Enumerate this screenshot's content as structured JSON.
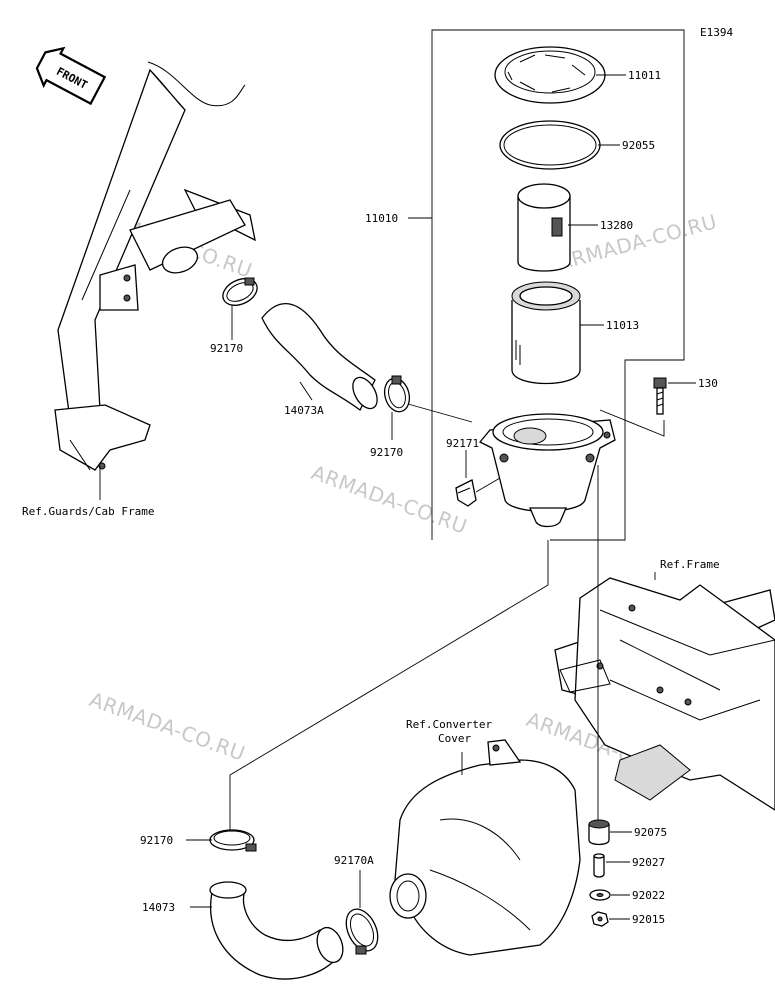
{
  "diagram_code": "E1394",
  "front_label": "FRONT",
  "watermark": "ARMADA-CO.RU",
  "parts": {
    "p11011": "11011",
    "p92055": "92055",
    "p11010": "11010",
    "p13280": "13280",
    "p11013": "11013",
    "p130": "130",
    "p92170_a": "92170",
    "p14073A": "14073A",
    "p92170_b": "92170",
    "p92171": "92171",
    "p92170_c": "92170",
    "p14073": "14073",
    "p92170A": "92170A",
    "p92075": "92075",
    "p92027": "92027",
    "p92022": "92022",
    "p92015": "92015"
  },
  "refs": {
    "guards": "Ref.Guards/Cab Frame",
    "frame": "Ref.Frame",
    "converter_line1": "Ref.Converter",
    "converter_line2": "Cover"
  }
}
